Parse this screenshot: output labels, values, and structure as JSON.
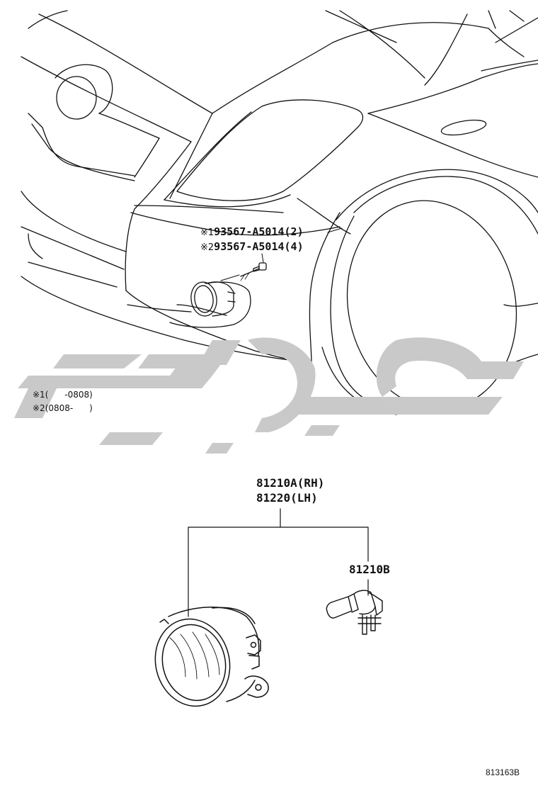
{
  "bolt_label_1": {
    "mark": "※1",
    "part": "93567-A5014(2)"
  },
  "bolt_label_2": {
    "mark": "※2",
    "part": "93567-A5014(4)"
  },
  "notes": [
    {
      "mark": "※1",
      "range": "(      -0808)"
    },
    {
      "mark": "※2",
      "range": "(0808-      )"
    }
  ],
  "lamp_labels": {
    "rh": "81210A(RH)",
    "lh": "81220(LH)"
  },
  "bulb_label": "81210B",
  "diagram_ref": "813163B",
  "colors": {
    "line": "#111111",
    "watermark": "#c9c9c9",
    "background": "#ffffff"
  }
}
